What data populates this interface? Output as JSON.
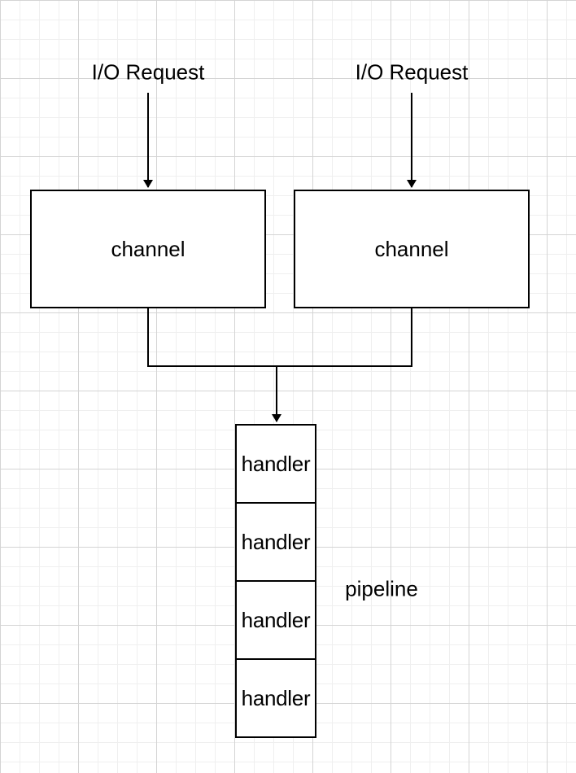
{
  "diagram": {
    "requests": [
      {
        "label": "I/O Request"
      },
      {
        "label": "I/O Request"
      }
    ],
    "channels": [
      {
        "label": "channel"
      },
      {
        "label": "channel"
      }
    ],
    "handlers": [
      {
        "label": "handler"
      },
      {
        "label": "handler"
      },
      {
        "label": "handler"
      },
      {
        "label": "handler"
      }
    ],
    "pipeline_label": "pipeline"
  }
}
